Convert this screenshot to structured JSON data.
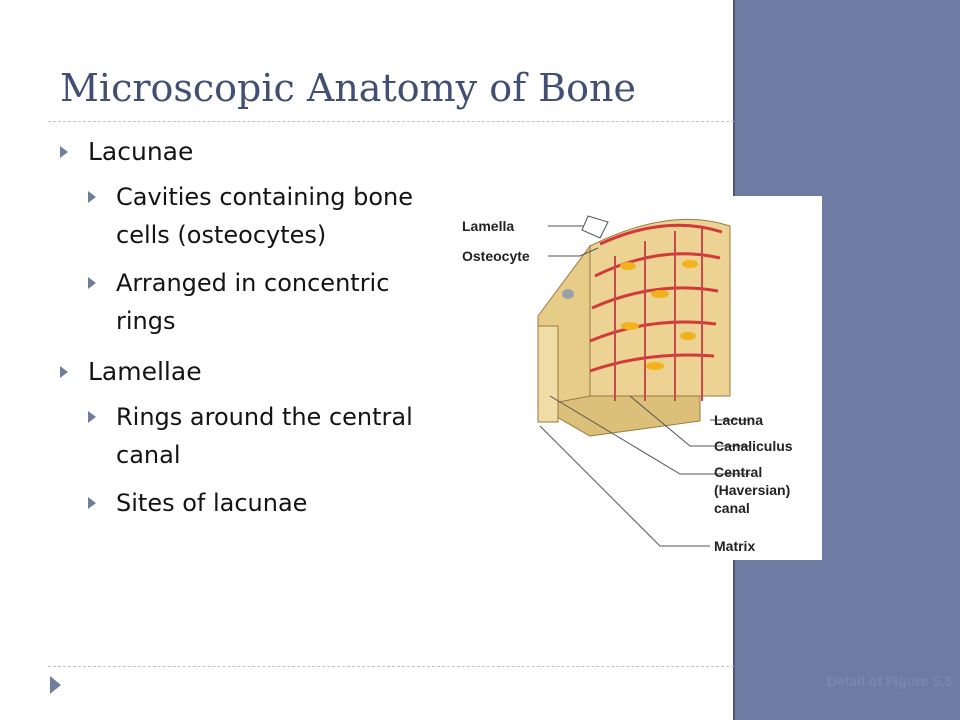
{
  "slide": {
    "title": "Microscopic Anatomy of Bone",
    "bullets": [
      {
        "label": "Lacunae",
        "sub": [
          {
            "line1": "Cavities containing bone",
            "line2": "cells (osteocytes)"
          },
          {
            "line1": "Arranged in concentric",
            "line2": "rings"
          }
        ]
      },
      {
        "label": "Lamellae",
        "sub": [
          {
            "line1": "Rings around the central",
            "line2": "canal"
          },
          {
            "line1": "Sites of lacunae",
            "line2": ""
          }
        ]
      }
    ]
  },
  "figure": {
    "labels": {
      "lamella": "Lamella",
      "osteocyte": "Osteocyte",
      "lacuna": "Lacuna",
      "canaliculus": "Canaliculus",
      "central_1": "Central",
      "central_2": "(Haversian)",
      "central_3": "canal",
      "matrix": "Matrix"
    }
  },
  "caption": "Detail of Figure 5.3",
  "colors": {
    "title": "#424f74",
    "band": "#6e7ba3",
    "bone": "#e9d08c",
    "osteon_line": "#d23a3a",
    "lacuna_fill": "#f2b21c"
  },
  "icons": {
    "bullet": "triangle-right-icon",
    "corner": "triangle-right-icon"
  }
}
